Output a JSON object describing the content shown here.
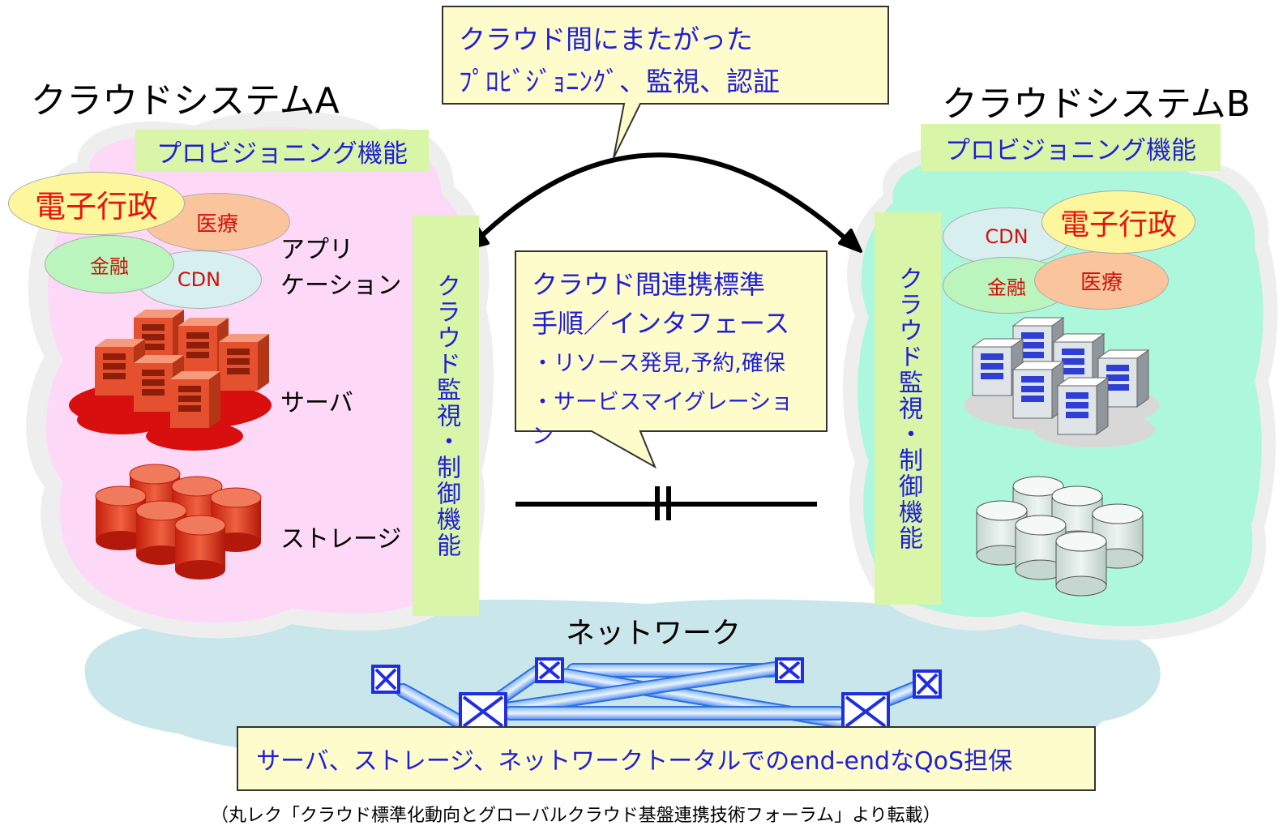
{
  "top_callout": {
    "line1": "クラウド間にまたがった",
    "line2": "ﾌﾟﾛﾋﾞｼﾞｮﾆﾝｸﾞ、監視、認証"
  },
  "system_a": {
    "title": "クラウドシステムA",
    "provisioning": "プロビジョニング機能",
    "monitoring": "クラウド監視・制御機能",
    "apps": [
      "電子行政",
      "医療",
      "金融",
      "CDN"
    ],
    "application_label_line1": "アプリ",
    "application_label_line2": "ケーション",
    "server_label": "サーバ",
    "storage_label": "ストレージ"
  },
  "system_b": {
    "title": "クラウドシステムB",
    "provisioning": "プロビジョニング機能",
    "monitoring": "クラウド監視・制御機能",
    "apps": [
      "CDN",
      "電子行政",
      "金融",
      "医療"
    ]
  },
  "middle_callout": {
    "line1": "クラウド間連携標準",
    "line2": "手順／インタフェース",
    "bullet1": "・リソース発見,予約,確保",
    "bullet2": "・サービスマイグレーショ",
    "bullet2_cont": "ン"
  },
  "network": {
    "label": "ネットワーク"
  },
  "qos_text": "サーバ、ストレージ、ネットワークトータルでのend-endなQoS担保",
  "caption": "（丸レク「クラウド標準化動向とグローバルクラウド基盤連携技術フォーラム」より転載）",
  "colors": {
    "cloud_a": "#fdd8f7",
    "cloud_b": "#adf7dc",
    "cloud_network": "#c9e6ea",
    "green_box": "#d9f5a8",
    "callout_bg": "#fffccc",
    "blue_text": "#1f1fd6",
    "red_server": "#e5502e",
    "storage_b": "#dde9e5"
  }
}
